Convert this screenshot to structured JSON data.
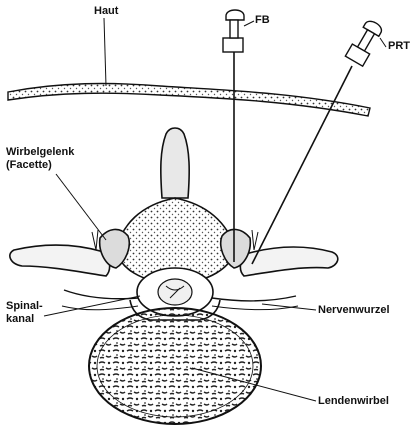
{
  "labels": {
    "haut": "Haut",
    "fb": "FB",
    "prt": "PRT",
    "wirbelgelenk_line1": "Wirbelgelenk",
    "wirbelgelenk_line2": "(Facette)",
    "spinalkanal_line1": "Spinal-",
    "spinalkanal_line2": "kanal",
    "nervenwurzel": "Nervenwurzel",
    "lendenwirbel": "Lendenwirbel"
  },
  "colors": {
    "ink": "#111111",
    "paper": "#ffffff"
  }
}
